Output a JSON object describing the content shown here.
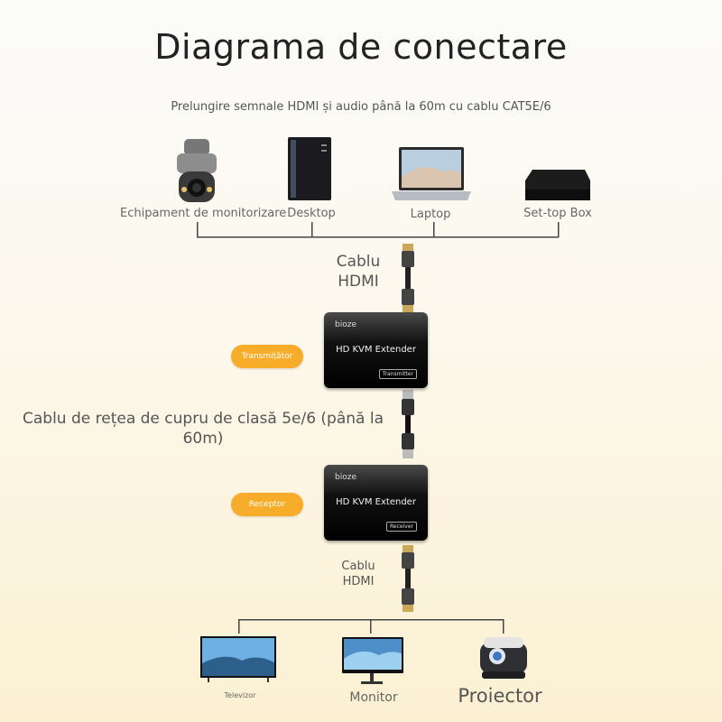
{
  "title": "Diagrama de conectare",
  "subtitle": "Prelungire semnale HDMI și audio până la 60m cu cablu CAT5E/6",
  "sources": [
    {
      "label": "Echipament de monitorizare",
      "icon": "ptz-camera-icon"
    },
    {
      "label": "Desktop",
      "icon": "desktop-tower-icon"
    },
    {
      "label": "Laptop",
      "icon": "laptop-icon"
    },
    {
      "label": "Set-top Box",
      "icon": "set-top-box-icon"
    }
  ],
  "cable_top": "Cablu HDMI",
  "transmitter": {
    "pill": "Transmițător",
    "brand": "bioze",
    "name": "HD KVM Extender",
    "tag": "Transmitter"
  },
  "network_cable": "Cablu de rețea de cupru de clasă 5e/6 (până la 60m)",
  "receiver": {
    "pill": "Receptor",
    "brand": "bioze",
    "name": "HD KVM Extender",
    "tag": "Receiver"
  },
  "cable_bottom": "Cablu HDMI",
  "outputs": [
    {
      "label": "Televizor",
      "icon": "television-icon"
    },
    {
      "label": "Monitor",
      "icon": "monitor-icon"
    },
    {
      "label": "Proiector",
      "icon": "projector-icon"
    }
  ],
  "colors": {
    "pill": "#f7ac2a",
    "device": "#111111",
    "line": "#444444"
  }
}
